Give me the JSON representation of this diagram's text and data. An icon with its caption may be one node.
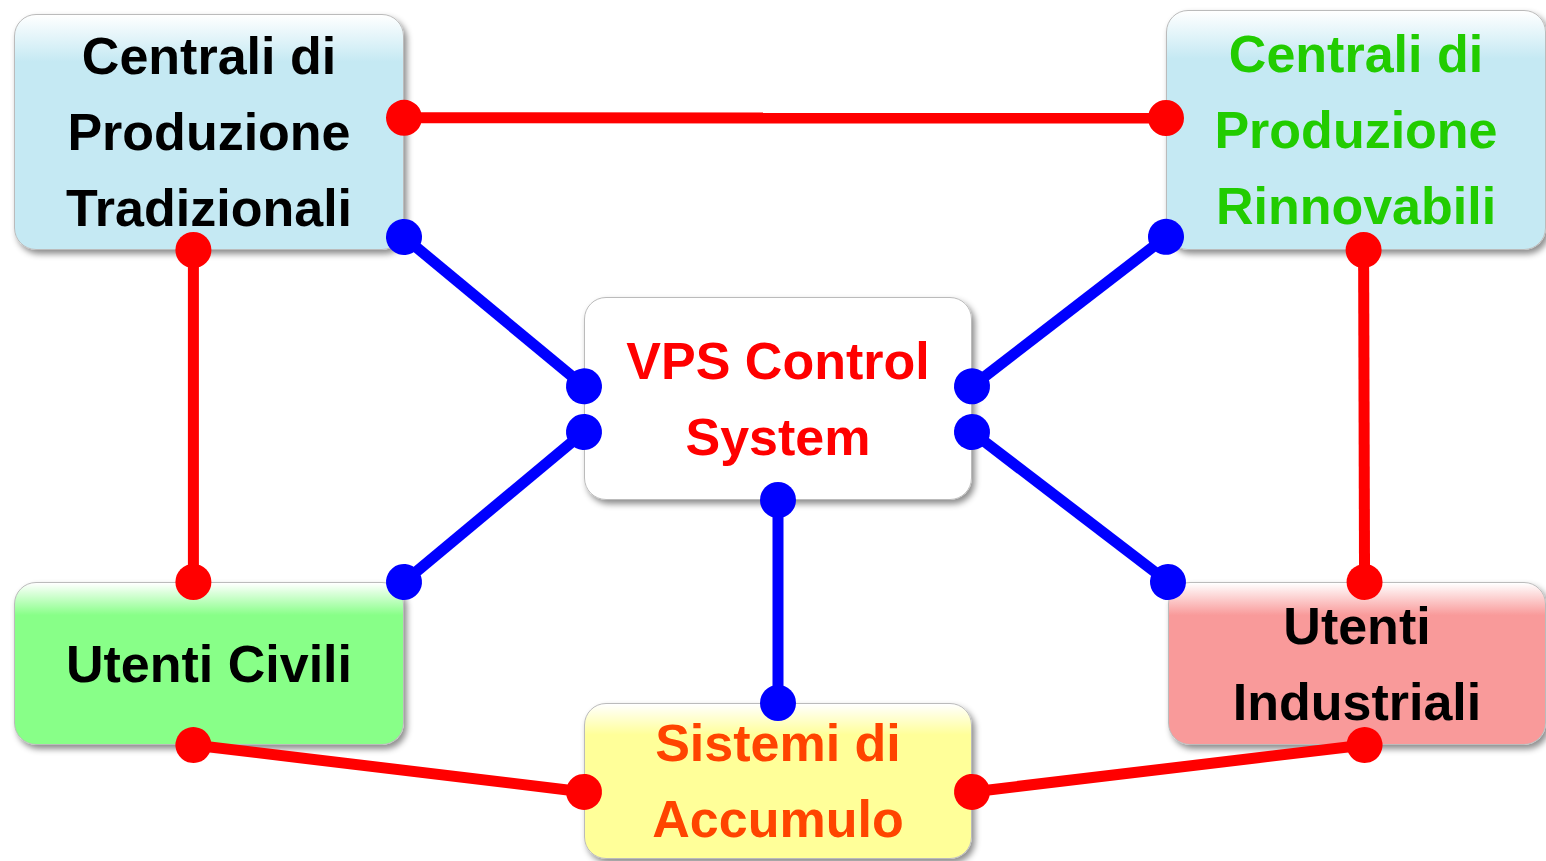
{
  "diagram": {
    "nodes": [
      {
        "text": [
          "Centrali di Produzione Tradizionali"
        ]
      },
      {
        "text": [
          "Centrali di Produzione Rinnovabili"
        ]
      },
      {
        "text": [
          "VPS Control System"
        ]
      },
      {
        "text": [
          "Utenti Civili"
        ]
      },
      {
        "text": [
          "Sistemi di Accumulo"
        ]
      },
      {
        "text": [
          "Utenti Industriali"
        ]
      }
    ],
    "edges": [
      {
        "from": 0,
        "to": 1,
        "arrow": "other",
        "color": "#ff0000"
      },
      {
        "from": 0,
        "to": 2,
        "arrow": "other",
        "color": "#0000ff"
      },
      {
        "from": 1,
        "to": 2,
        "arrow": "other",
        "color": "#0000ff"
      },
      {
        "from": 0,
        "to": 3,
        "arrow": "other",
        "color": "#ff0000"
      },
      {
        "from": 1,
        "to": 5,
        "arrow": "other",
        "color": "#ff0000"
      },
      {
        "from": 2,
        "to": 3,
        "arrow": "other",
        "color": "#0000ff"
      },
      {
        "from": 2,
        "to": 5,
        "arrow": "other",
        "color": "#0000ff"
      },
      {
        "from": 2,
        "to": 4,
        "arrow": "other",
        "color": "#0000ff"
      },
      {
        "from": 3,
        "to": 4,
        "arrow": "other",
        "color": "#ff0000"
      },
      {
        "from": 4,
        "to": 5,
        "arrow": "other",
        "color": "#ff0000"
      }
    ]
  }
}
